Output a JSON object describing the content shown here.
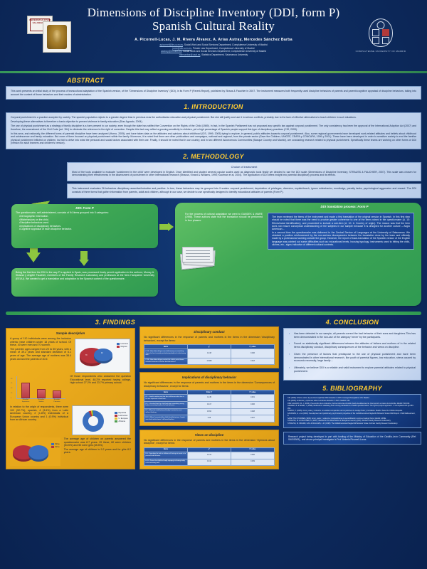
{
  "header": {
    "title_line1": "Dimensions of Discipline Inventory (DDI, form P)",
    "title_line2": "Spanish Cultural Reality",
    "authors": "A. Picornell-Lucas, J. M. Rivera Álvarez,  A. Arias Astray, Mercedes Sánchez Barba",
    "affiliations": [
      {
        "email": "apicornell@trs.ucm.es",
        "dept": ", Social Work and Social Services Department, Complutense University of Madrid"
      },
      {
        "email": "jmriv@der.ucm.es",
        "dept": ", Private Law Department, Complutense University of Madrid"
      },
      {
        "email": "aastray@trs.ucm.es",
        "dept": ", Social Work and Social Services Department, Complutense University of Madrid"
      },
      {
        "email": "mersanbar@usal.es",
        "dept": ", Statistics Department, Salamanca University"
      }
    ],
    "salamanca_logo_text": "VNIVERSITAS STVDII SALAMANTINI",
    "ucm_caption": "COMPLUTENSE UNIVERSITY OF MADRID"
  },
  "abstract": {
    "heading": "ABSTRACT",
    "body": "This work presents an initial study of the process of transcultural adaptation of the Spanish version, of the \"Dimensions of Discipline Inventory\" (DDI), in its Form P (Parent-Report), published by Straus & Fauchier in 2007. The instrument measures both frequently used discipline behaviors of parents and parents'cognitive appraisal of discipline behaviors, taking into account the context of those behaviors and their modes of administration."
  },
  "introduction": {
    "heading": "1.  INTRODUCTION",
    "paragraphs": [
      "Corporal punishment is a practice accepted by society. The spanish population rejects to a greater degree than in previous eras the authoritarian education and physical punishment. But she still justify and use it in serious conflicts; probably due to the lack of effective alternatives to teach children in such situations.",
      "Developing these alternatives is therefore a basic objective to prevent violence in family education (Díaz Aguado, 2004).",
      "The use of physical punishment as a strategy of family discipline is a form present in our society, even though the state has ratified the Convention on the Rights of the Child (1989). In fact, in the Spanish Parliament has not proposed any specific law against corporal punishment. The only consistency has been the approval of the International Adoption Act (2007) and therefore, the amendment of the Civil Code (art. 154) to eliminate the reference to the right of correction. Despite this fact may reflect a growing sensitivity to children, yet a high percentage of Spanish people support this type of disciplinary practices (CIS, 2005).",
      "In this area, and nationally, the different forms of parental discipline have been analyzed (Horno, 2005); and  have taken data on the attitudes and opinions about childhood (CIS, 1999, 2005) trying to explore, in general, public attitudes towards corporal punishment. Also, some regional governments have developed work-related attitudes and beliefs about childhood and adolescence and family education. But none of them focused on physical punishment within the family. Moreover, it is noted that there are other publications and campaigns, national and regional, from the private sector (Save the Children; UNICEF, CEAPA y CONCAPA, 1999 y 2001). These have been developed in order to sensitize society to end the familiar physical punishment inflicted on children, but fail to delve into what the personal and social factors associated with their use. Finally, it should be noted that in our country, and in two different Autonomous Communities (Basque Country and Madrid), are conducting research related to physical punishment. Specifically these teams are working on other forms of DDI (version for adult learners and children's version)."
    ]
  },
  "methodology": {
    "heading": "2. METHODOLOGY",
    "subhead": "Choice of instrument",
    "paragraph1": "Most of the tools available to evaluate 'punishment in the child' were developed in English. Once identified and studied several popular scales used as diagnostic tools finally we decided to use the DDI scale (Dimensions of Discipline Inventory, STRAUSS & FAUCHIER, 2007). This scale was chosen for demonstrating their effectiveness in the assessment of punishment in other international research (Strauss, Kinard & Williams, 1995; Kaufman et al, 2004). The application of DDI offers insight into parental disciplinary process and its effects.",
    "paragraph2": "This instrument evaluates 26 behaviors disciplinary assertive/inductive and punitive. In turn, these behaviors may be grouped into 9 scales: corporal punishment, deprivation of privileges, diversion, explain/teach, ignore misbehavior, monitorign, penalty tasks, psychological aggression and reward.  The DDI consists of three forms that gather information from parents, adult and children, although in our case, we decide to use specifically designed to identify educational attitudes of parents (Form P).",
    "formp_box": {
      "title": "DDI: Form P",
      "intro": "The questionnaire, self-administered, consists of 94 items grouped into 5 categories:",
      "items": [
        "Demographic information.",
        "Misbehaviors on the child.",
        "Discipline behaviors used.",
        "Implications of disciplinary behaviors.",
        "Cognitive appraisal of each discipline behavior."
      ]
    },
    "apply_box": {
      "text": "Being the first time the DDI in the way P is applied in Spain, was processed timely permit application to the authors; Murray A. Strauss y Angèle Fauchier, members of the Family Research Laboratory and professors at the New Hampshire University (EEUU). We wanted to get a translation and adaptation to the Spanish context of the questionnaire."
    },
    "gandek_box": {
      "text": "For the process of cultural adaptation we went to GANDEK & WARE (1998). These authors state that the translation should be performed in four phases:"
    },
    "translation_box": {
      "title": "DDI translation process: Form P",
      "paragraph1": "The team reviewed the items of the instrument and made a first translation of the original version in Spanish. In this first step should be noted that there was the need to provide greater coherence to one of the items raised in the questionnaire (A. 10: Ethnic/racial identification); and proceeded to include a sub-item (A. 10. b: Country of origin). The reason was that the item does not ensure conceptual understanding of the subjects in our sample because it is designed for another culture – Anglo American -.",
      "paragraph2": "In a second time the questionnaire was delivered to the Central Service of Languages at the University of Salamanca. We obtained a positive reinforcement by the non-serious discrepancies between the translation done by the team and officially made by a professional working outside the group. However, the report of back-translation of the Spanish version of the English language was pointed out some difficulties such as: educational  levels, housing typology, instruments used to hitting the child, cliches, etc.; signs indicative of different cultural contexts."
    }
  },
  "findings": {
    "heading": "3. FINDINGS",
    "sample": {
      "title": "Sample description",
      "text1": "A group of 110 individuals were among the inclusion criteria: have children under 18 years of school. Of these, 40 were men and 70 women.",
      "text2": "The parents' ages ranged from 20 to 55 years, with a mean of 39.2 years and standard deviation of 6.1 years of age. The average age of mothers was 38.4 years old and the parents of 40.6",
      "text_education": "Of those respondents who answered the question Educational level, 48.2% reported having college, high school 27.2% and 23.7% primary school.",
      "text_origin": "In relation to the origin of respondents, there were 102 (92.7%), spanish, 4 (3.6%) from a Latin American country, 2 (1.8%) individuals of a European Union country and 1 (0.9%) individual from an African country.",
      "text_children": "The average age of children on parents answered the questionnaire was 8.7 years. Of these, 60 were children (54.5%) and 50 were girls (45.5%).",
      "text_children2": "The average age of children is 9.2 years and for girls 8.2 years."
    },
    "disciplinary_conduct": {
      "title": "Disciplinary conduct",
      "text": "No significant differences in the response of parents and mothers in the items in the dimension 'disciplinary behaviors', except for items:",
      "columns": [
        "Items",
        "χ²",
        "P_value"
      ],
      "rows": [
        {
          "item": "C.13.- How often did you use child money or something she or he has to avoid you behaving badly or his behaving well?",
          "chi": "14.48",
          "p": "0.046"
        },
        {
          "item": "C.20.- How often did you restrict the child's out-of-home activities because of his/her bad behaviour?",
          "chi": "12.993",
          "p": "0.018"
        }
      ]
    },
    "implications": {
      "title": "Implications of disciplinary behavior",
      "text": "No significant differences in the response of parents and mothers in the items in the dimension 'Consequences of disciplinary behaviors', except for items:",
      "columns": [
        "Items",
        "Valor χ²",
        "P_value"
      ],
      "rows": [
        {
          "item": "D1.- I tried to make sure that the child know what she or he was improved of bad form.",
          "chi": "11.45",
          "p": "0.001"
        },
        {
          "item": "D2.- I checked that the child had done something wrong before correcting him/her for bad behavior.",
          "chi": "16.47",
          "p": "0.006"
        },
        {
          "item": "D7.- When the child behaved badly, I tended to react without thinking.",
          "chi": "15.66",
          "p": "0.008"
        },
        {
          "item": "D12.- When I corrected the child's bad behaviour, I made sure that he/she knew I still loved him/her.",
          "chi": "9.15",
          "p": "0.007"
        }
      ]
    },
    "views": {
      "title": "Views on discipline",
      "text": "No significant differences in the response of parents and mothers in the items in the dimension 'Opinions about discipline', except for items:",
      "columns": [
        "Items",
        "χ²",
        "P_value"
      ],
      "rows": [
        {
          "item": "E.5.- Spanking the rule to children of that  age in order is to prevent bad behavior.",
          "chi": "12.44",
          "p": "0.006"
        },
        {
          "item": "E.11.- Praise the child for finally stopping his/hating badly or his behaving well.",
          "chi": "13.42",
          "p": "0.009"
        }
      ]
    }
  },
  "conclusion": {
    "heading": "4. CONCLUSION",
    "bullets": [
      "Has been detected in our sample, all parents correct the bad behavior of their sons and daughters.This has been demonstrated in the non-use of the category 'never' by the participants.",
      "Found no statistically significant differences between the attitudes of fathers and mothers of in the related items disciplinary conduct, disciplinary consequences of the behavior and views on discipline.",
      "Given the presence of factors that predispose to the use of physical punishment and have been demonstrated in other international research, like youth of parental figures, low education, stress caused by economic necessity, large family…",
      "Ultimately, we believe DDI is a reliable and valid instrument to explore parental attitudes related to physical punishment."
    ]
  },
  "bibliography": {
    "heading": "5. BIBLIOGRAPHY",
    "entries": [
      "CIS (1999): Informe sobre la juventud española 2000. Estudio nº 2370. Consejo Monográfico. CIS: Madrid.",
      "CIS (2005): Actitudes y opiniones sobre la infancia. Estudio nº 2621. Madrid: CIS.",
      "DÍAZ AGUADO, M. J. (2004): Prevención de la violencia y lucha contra la exclusión desde la adolescencia. Intervención a través de la familia. Madrid: INJUVE.",
      "GANDEK, B. & WARE, J. (1998): Methods for validating and norming translations of health questionnaires: The IQOLA project approach. J. Clin Epidemiol & pp.953-959.",
      "HORNO, P. (2005): Amor, poder y violencia: un análisis comparativo de los patrones de castigo físico y humillante. Madrid: Save the Children España.",
      "KAUFMAN, G. et al (2004): Development and preliminary psychometric properties of the multidimensional Neglectful Behavior Scale-Child Report. Child Maltreatment, 9.",
      "SAVE THE CHILDREN (1999): Amor, poder y violencia. Comparticiones la sensibilización contra el castigo físico. Madrid: AFME.",
      "STRAUSS, M. & FAUCHIER, A. (2007): Manual for the Dimensions of Discipline Inventory (DDI). Durham Family Research Laboratory.",
      "STRAUSS, M. KINARD, E.M. & WILLIAMS, L.M. (1995): The Multidimensional Neglectful Behavior Scale. Durham Family Research Laboratory."
    ]
  },
  "funding": {
    "text": "Research project being developed in part with funding of the Ministry of Education of the Castilla-León Community (Ref. SA001B09) , and whose principal investigator is Prof. Antonia Picornell-Lucas."
  },
  "chart_data": [
    {
      "type": "pie",
      "title": "Sex of participants",
      "labels": [
        "Mujeres",
        "Hombres"
      ],
      "values": [
        70,
        40
      ],
      "value_labels": [
        "70",
        "40"
      ],
      "colors": [
        "#b8323c",
        "#3a6fbf"
      ],
      "legend": "top-right"
    },
    {
      "type": "bar",
      "title": "Educational level",
      "categories": [
        "Estudios\nSuperiores",
        "Estudios\nMedios",
        "Estudios\nPrimarios"
      ],
      "values": [
        48.2,
        27.2,
        23.7
      ],
      "ylabel": "%",
      "ylim": [
        0,
        60
      ],
      "color": "#b8323c",
      "grid": false
    },
    {
      "type": "pie",
      "title": "Origin of respondents",
      "labels": [
        "Española",
        "Latinoamericana",
        "Unión Europea",
        "Africana"
      ],
      "values": [
        92.7,
        3.6,
        1.8,
        0.9
      ],
      "colors": [
        "#3a6fbf",
        "#b8323c",
        "#e6c02e",
        "#4f9e4f"
      ],
      "legend": "right",
      "style": "donut"
    },
    {
      "type": "pie",
      "title": "Sex of children",
      "labels": [
        "Niños",
        "Niñas"
      ],
      "values": [
        54.5,
        45.5
      ],
      "colors": [
        "#b8323c",
        "#3a6fbf"
      ],
      "legend": "right"
    }
  ]
}
